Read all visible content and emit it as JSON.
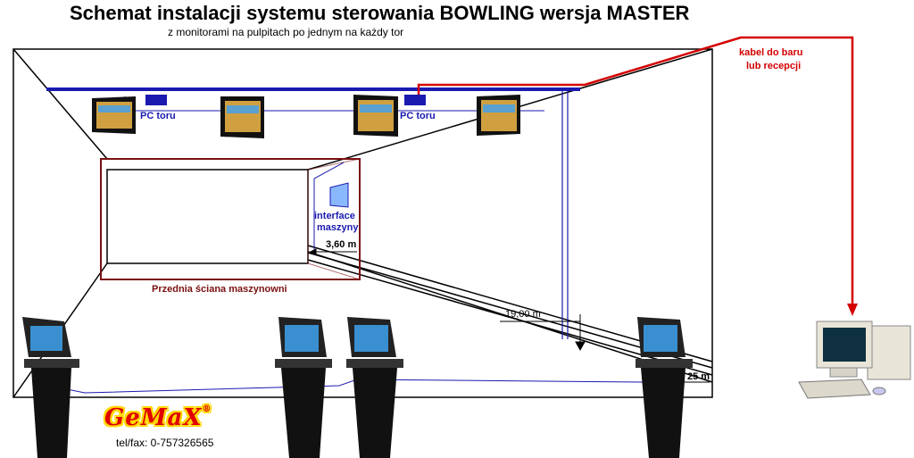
{
  "title": "Schemat instalacji systemu sterowania BOWLING  wersja  MASTER",
  "subtitle": "z monitorami na pulpitach po jednym na każdy tor",
  "labels": {
    "pc_toru_1": "PC toru",
    "pc_toru_2": "PC toru",
    "cable_line1": "kabel do baru",
    "cable_line2": "lub recepcji",
    "interface_line1": "interface",
    "interface_line2": "maszyny",
    "width_dim": "3,60 m",
    "front_wall": "Przednia ściana maszynowni",
    "length_dim": "19,00 m",
    "distance_dim": "25 m"
  },
  "logo": {
    "text": "GeMaX",
    "mark": "®"
  },
  "contact": "tel/fax: 0-757326565",
  "colors": {
    "network_cable": "#1a1ab0",
    "bar_cable": "#d40000",
    "front_wall": "#7a1010",
    "logo_red": "#e00000",
    "logo_yellow": "#ffd800"
  },
  "icons": [
    "wall-monitor-icon",
    "pc-box-icon",
    "interface-box-icon",
    "console-stand-icon",
    "desktop-computer-icon"
  ]
}
